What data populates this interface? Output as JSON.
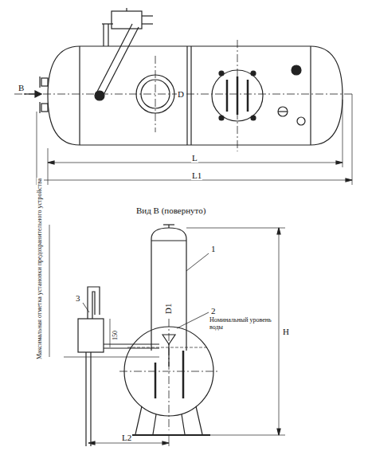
{
  "diagram": {
    "labels": [
      "В",
      "D",
      "L",
      "L1",
      "Вид В (повернуто)",
      "1",
      "2",
      "3",
      "D1",
      "150",
      "Номинальный уровень воды",
      "Максимальная отметка установки предохранительного устройства",
      "L2",
      "H"
    ]
  }
}
